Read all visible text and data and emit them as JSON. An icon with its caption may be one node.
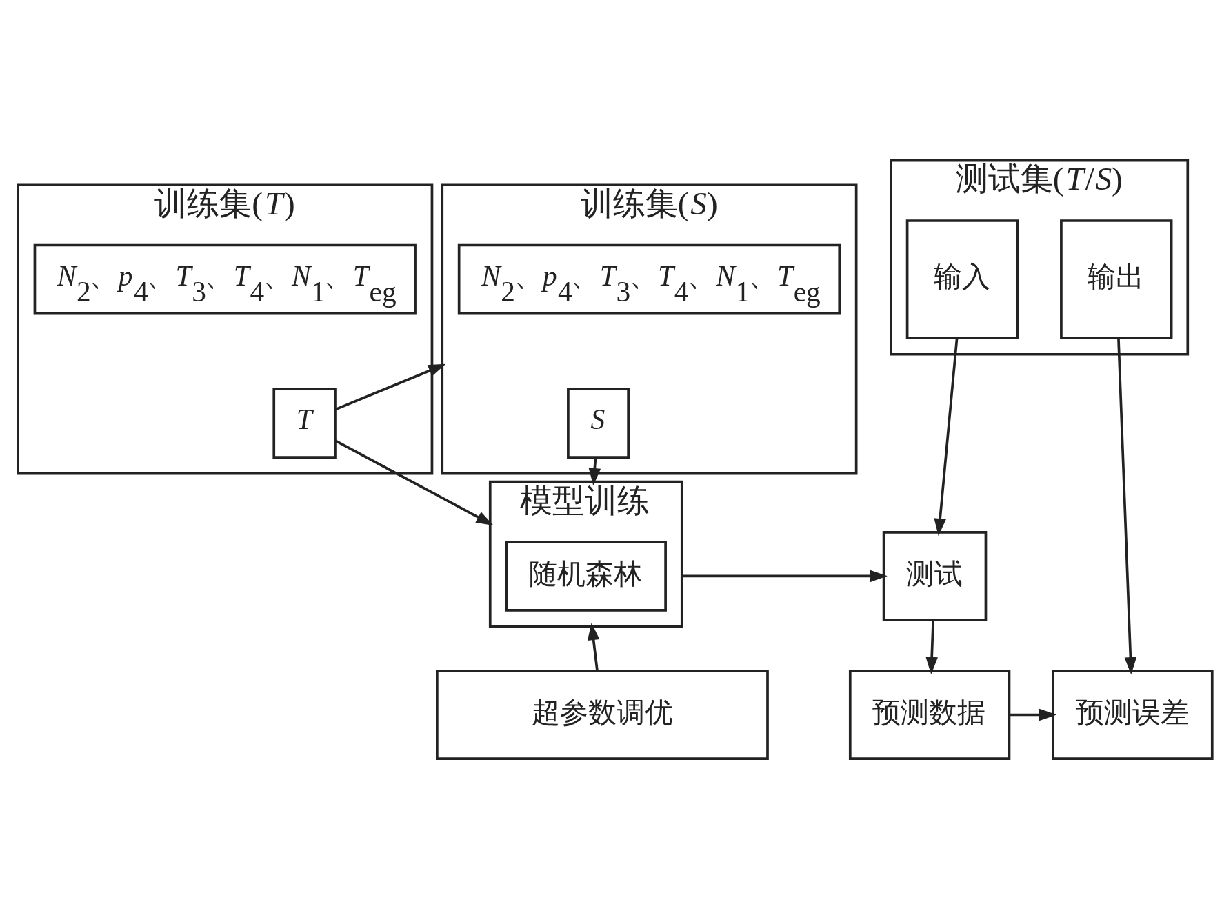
{
  "diagram": {
    "nodes": [
      {
        "text": [
          "训练集(*T*)"
        ]
      },
      {
        "text": [
          "*N*$_{2}$、*p*$_{4}$、*T*$_{3}$、*T*$_{4}$、*N*$_{1}$、*T*$_{eg}$"
        ],
        "in": 0
      },
      {
        "text": [
          "*T*"
        ],
        "in": 0
      },
      {
        "text": [
          "训练集(*S*)"
        ]
      },
      {
        "text": [
          "*N*$_{2}$、*p*$_{4}$、*T*$_{3}$、*T*$_{4}$、*N*$_{1}$、*T*$_{eg}$"
        ],
        "in": 3
      },
      {
        "text": [
          "*S*"
        ],
        "in": 3
      },
      {
        "text": [
          "测试集(*T*/*S*)"
        ]
      },
      {
        "text": [
          "输入"
        ],
        "in": 6
      },
      {
        "text": [
          "输出"
        ],
        "in": 6
      },
      {
        "text": [
          "模型训练"
        ]
      },
      {
        "text": [
          "随机森林"
        ],
        "in": 9
      },
      {
        "text": [
          "测试"
        ]
      },
      {
        "text": [
          "超参数调优"
        ]
      },
      {
        "text": [
          "预测数据"
        ]
      },
      {
        "text": [
          "预测误差"
        ]
      }
    ],
    "edges": [
      {
        "from": 2,
        "to": 3,
        "arrow": "to"
      },
      {
        "from": 2,
        "to": 9,
        "arrow": "to"
      },
      {
        "from": 5,
        "to": 9,
        "arrow": "to"
      },
      {
        "from": 9,
        "to": 11,
        "arrow": "to"
      },
      {
        "from": 7,
        "to": 11,
        "arrow": "to"
      },
      {
        "from": 11,
        "to": 13,
        "arrow": "to"
      },
      {
        "from": 8,
        "to": 14,
        "arrow": "to"
      },
      {
        "from": 13,
        "to": 14,
        "arrow": "to"
      },
      {
        "from": 12,
        "to": 9,
        "arrow": "to"
      }
    ]
  }
}
